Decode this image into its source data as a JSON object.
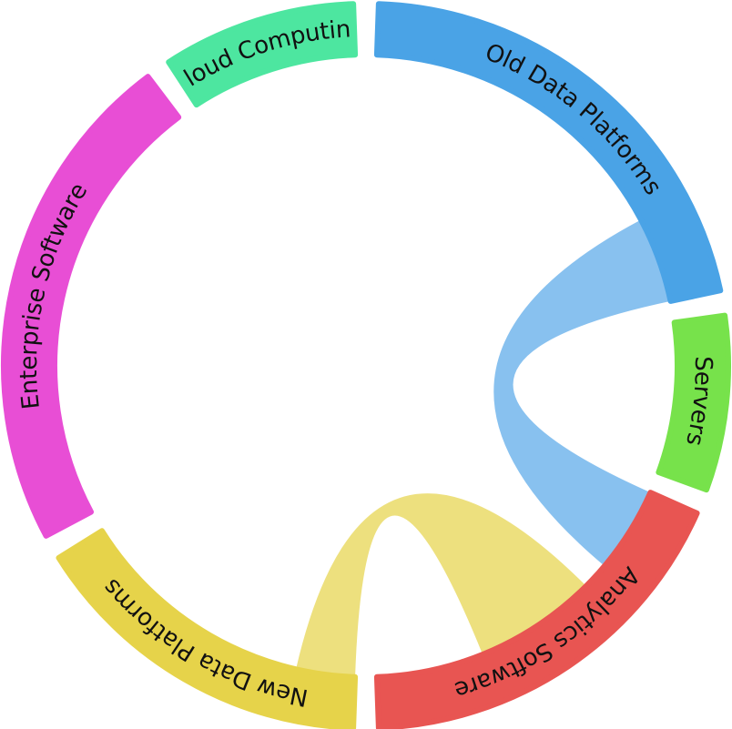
{
  "chart_data": {
    "type": "chord",
    "groups": [
      {
        "name": "Old Data Platforms",
        "color": "#4aa3e6",
        "start_deg": 2,
        "end_deg": 78
      },
      {
        "name": "Servers",
        "color": "#77e24b",
        "start_deg": 82,
        "end_deg": 110
      },
      {
        "name": "Analytics Software",
        "color": "#e85552",
        "start_deg": 114,
        "end_deg": 178
      },
      {
        "name": "New Data Platforms",
        "color": "#e6d34a",
        "start_deg": 182,
        "end_deg": 238
      },
      {
        "name": "Enterprise Software",
        "color": "#e84ed5",
        "start_deg": 242,
        "end_deg": 323
      },
      {
        "name": "Cloud Computing",
        "color": "#4de6a0",
        "start_deg": 327,
        "end_deg": 358
      }
    ],
    "ribbons": [
      {
        "source": "Old Data Platforms",
        "target": "Analytics Software",
        "source_deg": [
          62,
          78
        ],
        "target_deg": [
          114,
          130
        ],
        "color": "#88c1ef"
      },
      {
        "source": "Analytics Software",
        "target": "New Data Platforms",
        "source_deg": [
          135,
          158
        ],
        "target_deg": [
          182,
          193
        ],
        "color": "#ede07e"
      }
    ]
  }
}
